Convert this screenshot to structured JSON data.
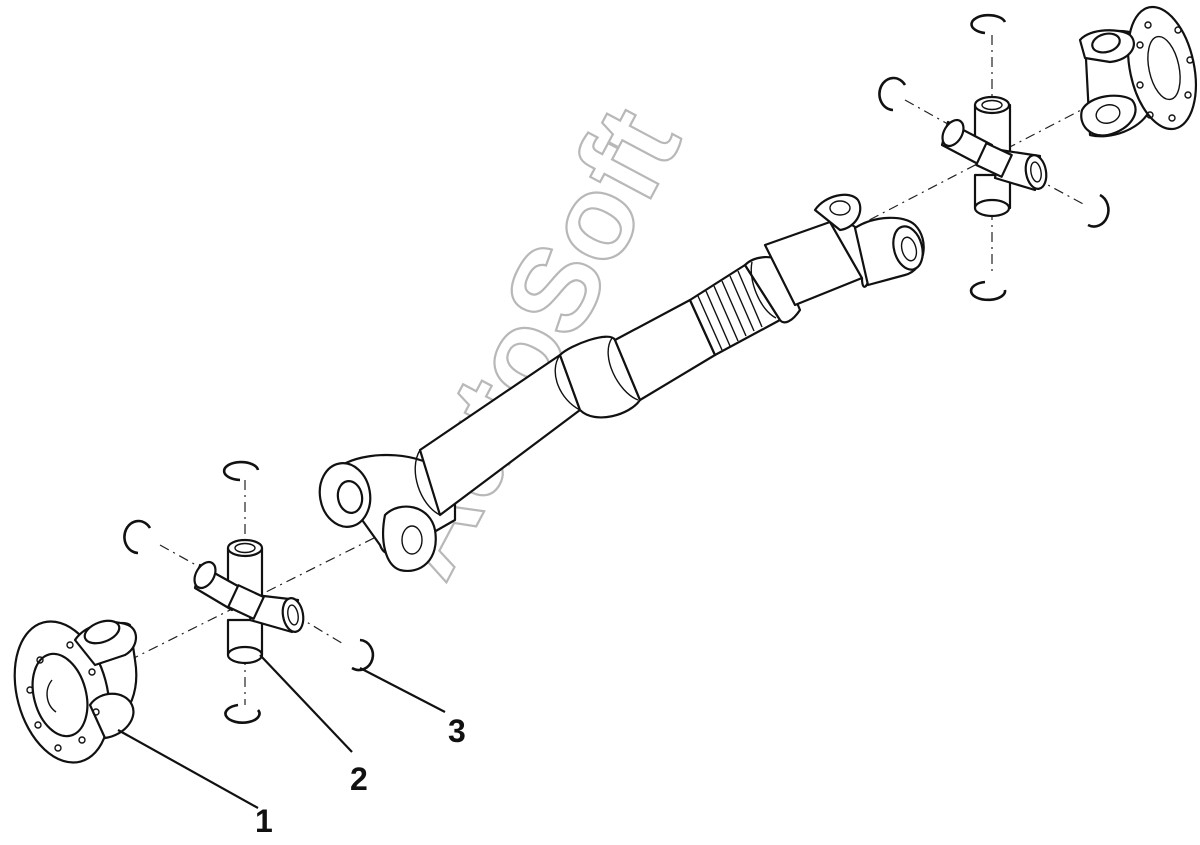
{
  "diagram": {
    "watermark": "AutoSoft",
    "callouts": [
      {
        "label": "1",
        "part": "flange-yoke"
      },
      {
        "label": "2",
        "part": "universal-joint-cross"
      },
      {
        "label": "3",
        "part": "snap-ring"
      }
    ]
  }
}
